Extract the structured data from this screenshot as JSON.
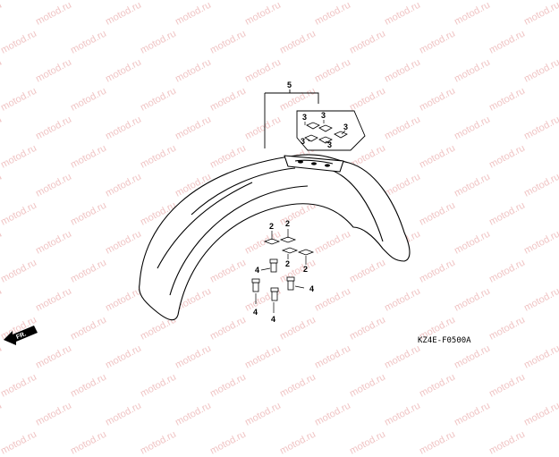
{
  "watermark": {
    "text": "motod.ru",
    "color": "#f0c4c4"
  },
  "diagram_code": "KZ4E-F0500A",
  "direction_indicator": {
    "label": "FR."
  },
  "callouts": {
    "assembly": "5",
    "bolt_set": "3",
    "washer": "2",
    "bolt": "4"
  }
}
